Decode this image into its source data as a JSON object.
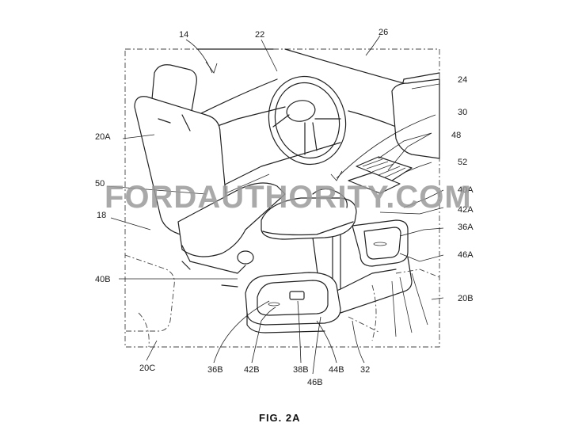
{
  "figure_label": "FIG. 2A",
  "watermark": "FORDAUTHORITY.COM",
  "reference_labels": {
    "r14": "14",
    "r22": "22",
    "r26": "26",
    "r24": "24",
    "r30": "30",
    "r48": "48",
    "r52": "52",
    "r20A": "20A",
    "r50": "50",
    "r40A": "40A",
    "r42A": "42A",
    "r36A": "36A",
    "r18": "18",
    "r46A": "46A",
    "r40B": "40B",
    "r20B": "20B",
    "r20C": "20C",
    "r36B": "36B",
    "r42B": "42B",
    "r38B": "38B",
    "r44B": "44B",
    "r32": "32",
    "r46B": "46B"
  }
}
